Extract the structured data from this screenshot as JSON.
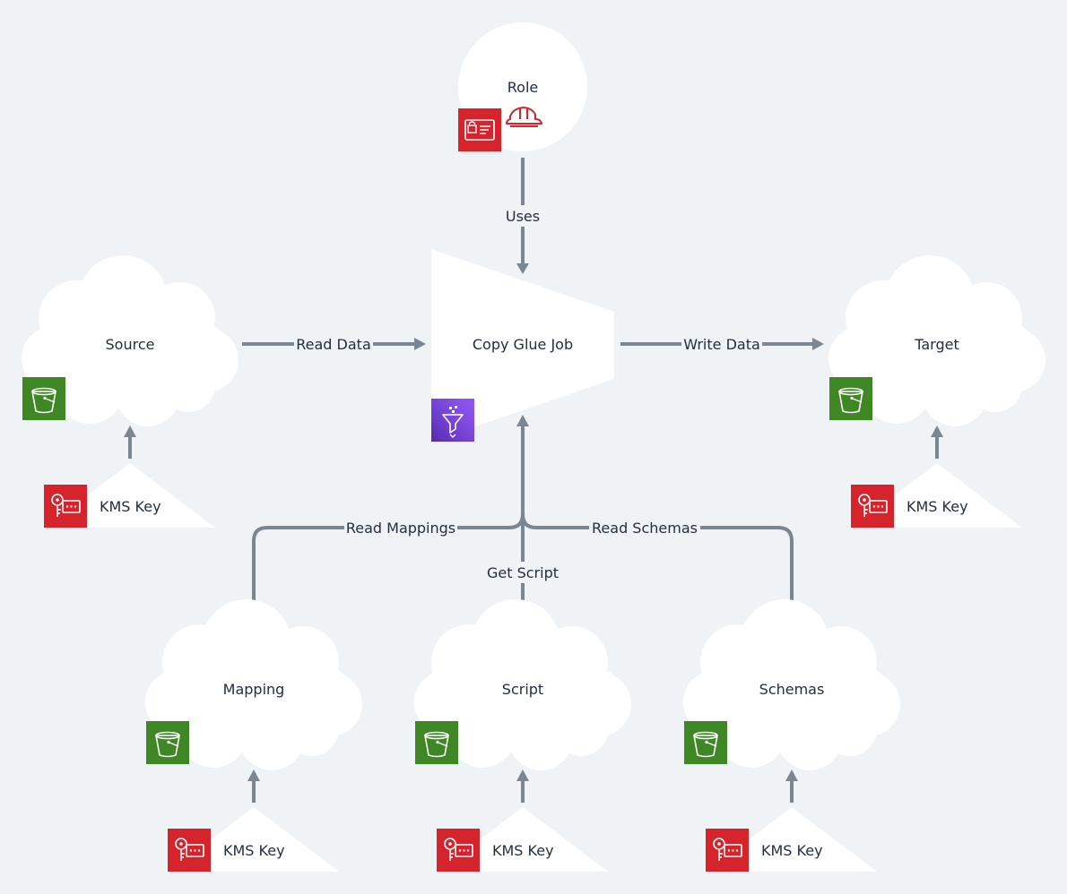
{
  "nodes": {
    "role": {
      "label": "Role"
    },
    "glue_job": {
      "label": "Copy Glue Job"
    },
    "source": {
      "label": "Source"
    },
    "target": {
      "label": "Target"
    },
    "mapping": {
      "label": "Mapping"
    },
    "script": {
      "label": "Script"
    },
    "schemas": {
      "label": "Schemas"
    },
    "kms_key_label": "KMS Key"
  },
  "edges": {
    "uses": "Uses",
    "read_data": "Read Data",
    "write_data": "Write Data",
    "read_mappings": "Read Mappings",
    "get_script": "Get Script",
    "read_schemas": "Read Schemas"
  },
  "colors": {
    "background": "#eff3f6",
    "connector": "#7a8793",
    "s3_green": "#3f8624",
    "kms_red": "#d6242d",
    "glue_purple": "#7b3fe4",
    "text": "#232f3e"
  },
  "icons": {
    "s3": "bucket-icon",
    "kms": "key-icon",
    "iam": "id-card-icon",
    "role": "hard-hat-icon",
    "glue": "funnel-icon"
  }
}
